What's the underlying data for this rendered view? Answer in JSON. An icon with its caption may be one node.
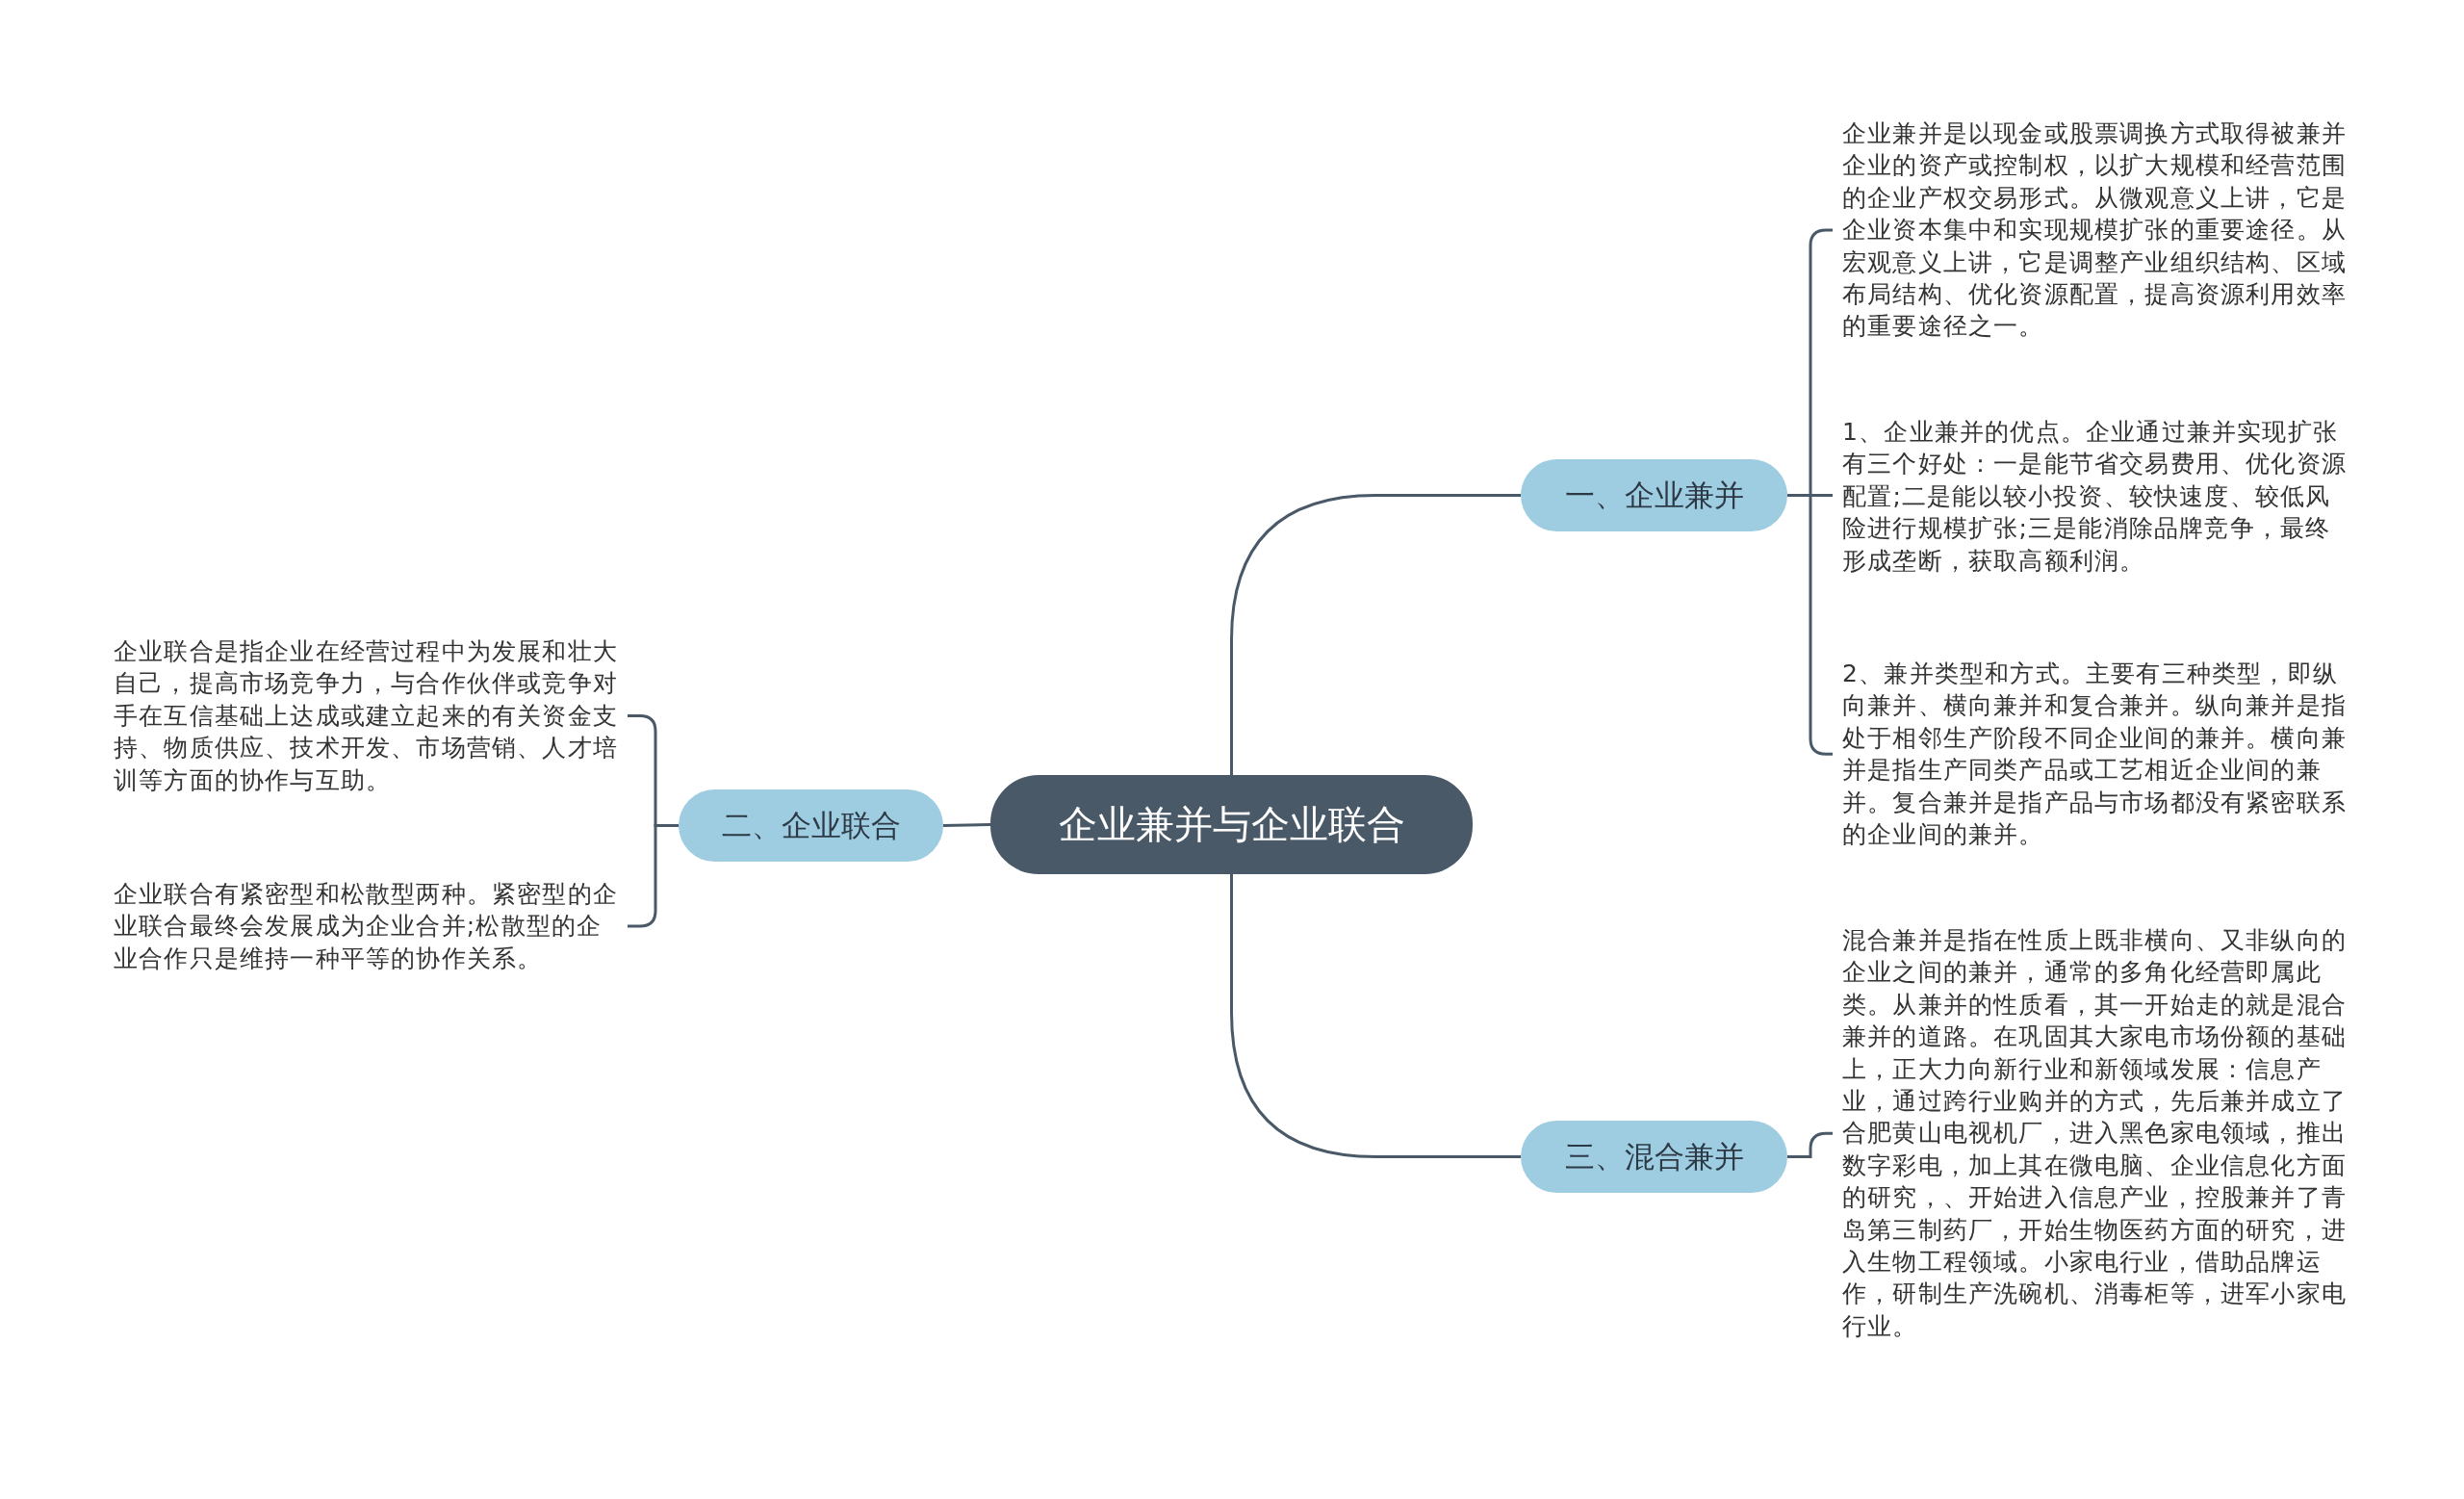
{
  "diagram": {
    "nodes": [
      {
        "text": [
          "企业兼并与企业联合"
        ]
      },
      {
        "text": [
          "一、企业兼并"
        ]
      },
      {
        "text": [
          "企业兼并是以现金或股票调换方式取得被兼并企业的资产或控制权，以扩大规模和经营范围的企业产权交易形式。从微观意义上讲，它是企业资本集中和实现规模扩张的重要途径。从宏观意义上讲，它是调整产业组织结构、区域布局结构、优化资源配置，提高资源利用效率的重要途径之一。"
        ]
      },
      {
        "text": [
          "1、企业兼并的优点。企业通过兼并实现扩张有三个好处：一是能节省交易费用、优化资源配置;二是能以较小投资、较快速度、较低风险进行规模扩张;三是能消除品牌竞争，最终形成垄断，获取高额利润。"
        ]
      },
      {
        "text": [
          "2、兼并类型和方式。主要有三种类型，即纵向兼并、横向兼并和复合兼并。纵向兼并是指处于相邻生产阶段不同企业间的兼并。横向兼并是指生产同类产品或工艺相近企业间的兼并。复合兼并是指产品与市场都没有紧密联系的企业间的兼并。"
        ]
      },
      {
        "text": [
          "二、企业联合"
        ]
      },
      {
        "text": [
          "企业联合是指企业在经营过程中为发展和壮大自己，提高市场竞争力，与合作伙伴或竞争对手在互信基础上达成或建立起来的有关资金支持、物质供应、技术开发、市场营销、人才培训等方面的协作与互助。"
        ]
      },
      {
        "text": [
          "企业联合有紧密型和松散型两种。紧密型的企业联合最终会发展成为企业合并;松散型的企业合作只是维持一种平等的协作关系。"
        ]
      },
      {
        "text": [
          "三、混合兼并"
        ]
      },
      {
        "text": [
          "混合兼并是指在性质上既非横向、又非纵向的企业之间的兼并，通常的多角化经营即属此类。从兼并的性质看，其一开始走的就是混合兼并的道路。在巩固其大家电市场份额的基础上，正大力向新行业和新领域发展：信息产业，通过跨行业购并的方式，先后兼并成立了合肥黄山电视机厂，进入黑色家电领域，推出数字彩电，加上其在微电脑、企业信息化方面的研究，、开始进入信息产业，控股兼并了青岛第三制药厂，开始生物医药方面的研究，进入生物工程领域。小家电行业，借助品牌运作，研制生产洗碗机、消毒柜等，进军小家电行业。"
        ]
      }
    ],
    "edges": [
      {
        "from": 0,
        "to": 1,
        "arrow": "none"
      },
      {
        "from": 1,
        "to": 2,
        "arrow": "none"
      },
      {
        "from": 1,
        "to": 3,
        "arrow": "none"
      },
      {
        "from": 1,
        "to": 4,
        "arrow": "none"
      },
      {
        "from": 0,
        "to": 5,
        "arrow": "none"
      },
      {
        "from": 5,
        "to": 6,
        "arrow": "none"
      },
      {
        "from": 5,
        "to": 7,
        "arrow": "none"
      },
      {
        "from": 0,
        "to": 8,
        "arrow": "none"
      },
      {
        "from": 8,
        "to": 9,
        "arrow": "none"
      }
    ]
  }
}
